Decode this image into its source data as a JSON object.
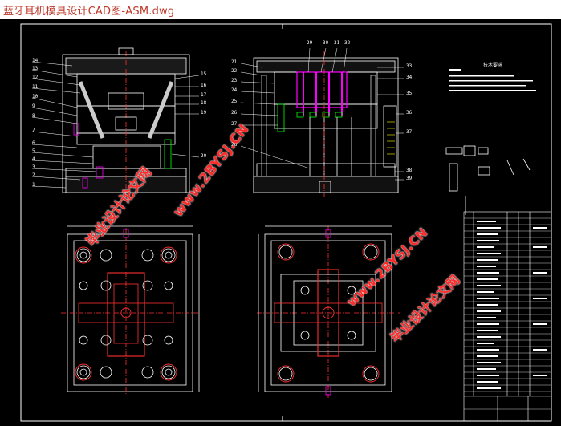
{
  "window": {
    "title": "蓝牙耳机模具设计CAD图-ASM.dwg"
  },
  "watermarks": {
    "site_1": "www.2BYSJ.CN",
    "brand_1": "毕业设计论文网",
    "site_2": "www.2BYSJ.CN",
    "brand_2": "毕业设计论文网"
  },
  "drawing": {
    "front_view_callouts": [
      "14",
      "13",
      "12",
      "11",
      "10",
      "9",
      "8",
      "7",
      "6",
      "5",
      "4",
      "3",
      "2",
      "1",
      "15",
      "16",
      "17",
      "18",
      "19",
      "20"
    ],
    "side_view_left_callouts": [
      "21",
      "22",
      "23",
      "24",
      "25",
      "26",
      "27",
      "28"
    ],
    "side_view_top_callouts": [
      "29",
      "30",
      "31",
      "32"
    ],
    "side_view_right_callouts": [
      "33",
      "34",
      "35",
      "36",
      "37",
      "38",
      "39"
    ],
    "technical_notes_heading": "技术要求"
  },
  "colors": {
    "background": "#000000",
    "linework": "#ffffff",
    "accent_red": "#ff3030",
    "accent_magenta": "#ff00ff",
    "accent_green": "#00ff00",
    "accent_yellow": "#ffff00",
    "title_text": "#c0392b"
  }
}
